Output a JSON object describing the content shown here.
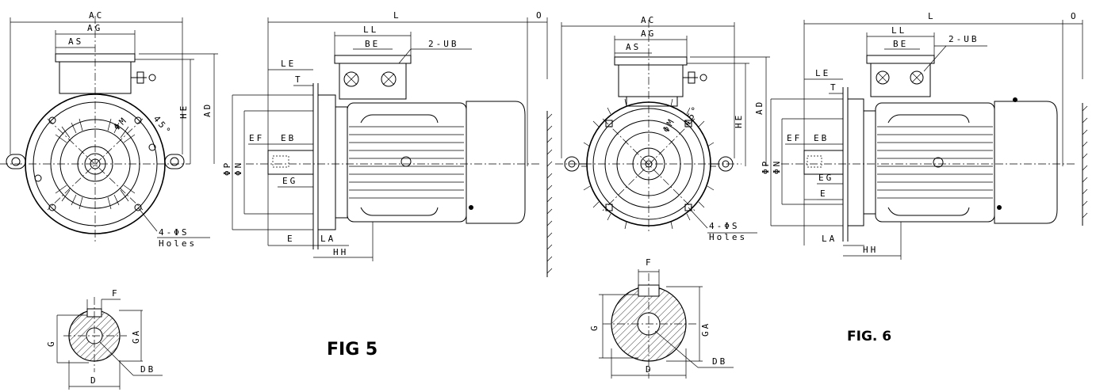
{
  "fig5": {
    "caption": "FIG 5",
    "front": {
      "AC": "AC",
      "AG": "AG",
      "AS": "AS",
      "HE": "HE",
      "AD": "AD",
      "M": "ΦM",
      "angle": "45°",
      "holes_a": "4-ΦS",
      "holes_b": "Holes"
    },
    "side": {
      "L": "L",
      "O": "O",
      "LL": "LL",
      "BE": "BE",
      "UB": "2-UB",
      "LE": "LE",
      "T": "T",
      "EF": "EF",
      "EB": "EB",
      "P": "ΦP",
      "N": "ΦN",
      "EG": "EG",
      "E": "E",
      "LA": "LA",
      "HH": "HH"
    },
    "shaft": {
      "F": "F",
      "G": "G",
      "GA": "GA",
      "D": "D",
      "DB": "DB"
    }
  },
  "fig6": {
    "caption": "FIG. 6",
    "front": {
      "AC": "AC",
      "AG": "AG",
      "AS": "AS",
      "HE": "HE",
      "AD": "AD",
      "M": "ΦM",
      "angle": "45°",
      "holes_a": "4-ΦS",
      "holes_b": "Holes"
    },
    "side": {
      "L": "L",
      "O": "O",
      "LL": "LL",
      "BE": "BE",
      "UB": "2-UB",
      "LE": "LE",
      "T": "T",
      "EF": "EF",
      "EB": "EB",
      "P": "ΦP",
      "N": "ΦN",
      "EG": "EG",
      "E": "E",
      "LA": "LA",
      "HH": "HH"
    },
    "shaft": {
      "F": "F",
      "G": "G",
      "GA": "GA",
      "D": "D",
      "DB": "DB"
    }
  }
}
